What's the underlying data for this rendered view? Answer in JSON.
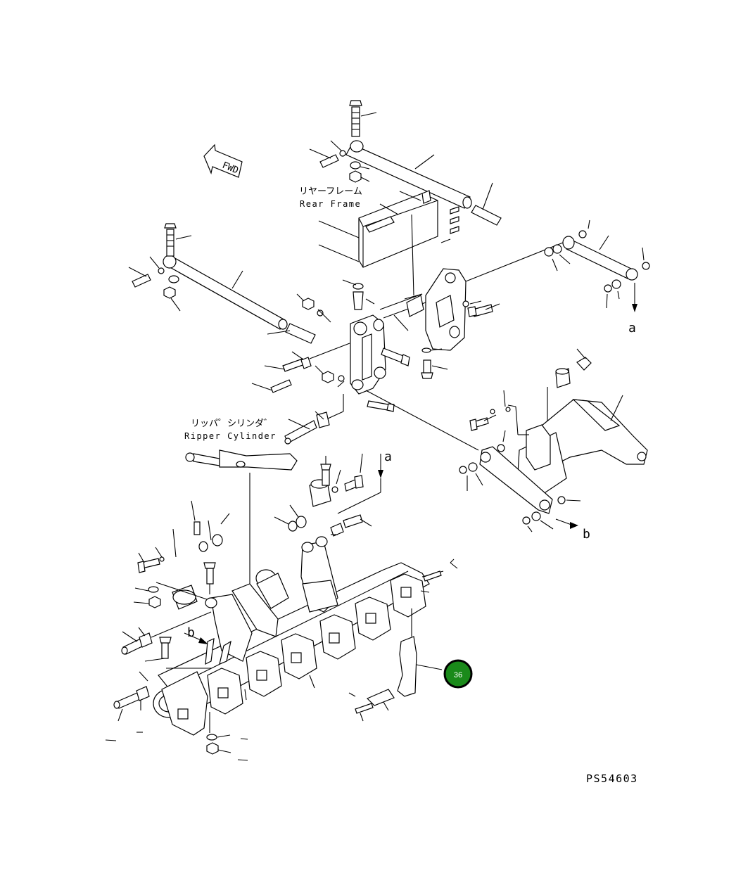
{
  "direction_badge": {
    "label": "FWD"
  },
  "labels": {
    "rear_frame_jp": "リヤーフレーム",
    "rear_frame_en": "Rear Frame",
    "ripper_cylinder_jp": "リッパ゜シリンダ゛",
    "ripper_cylinder_en": "Ripper Cylinder"
  },
  "references": {
    "a_top": "a",
    "a_mid": "a",
    "b_left": "b",
    "b_right": "b"
  },
  "callout": {
    "number": "36",
    "color": "#1a8a1a"
  },
  "drawing_code": "PS54603"
}
